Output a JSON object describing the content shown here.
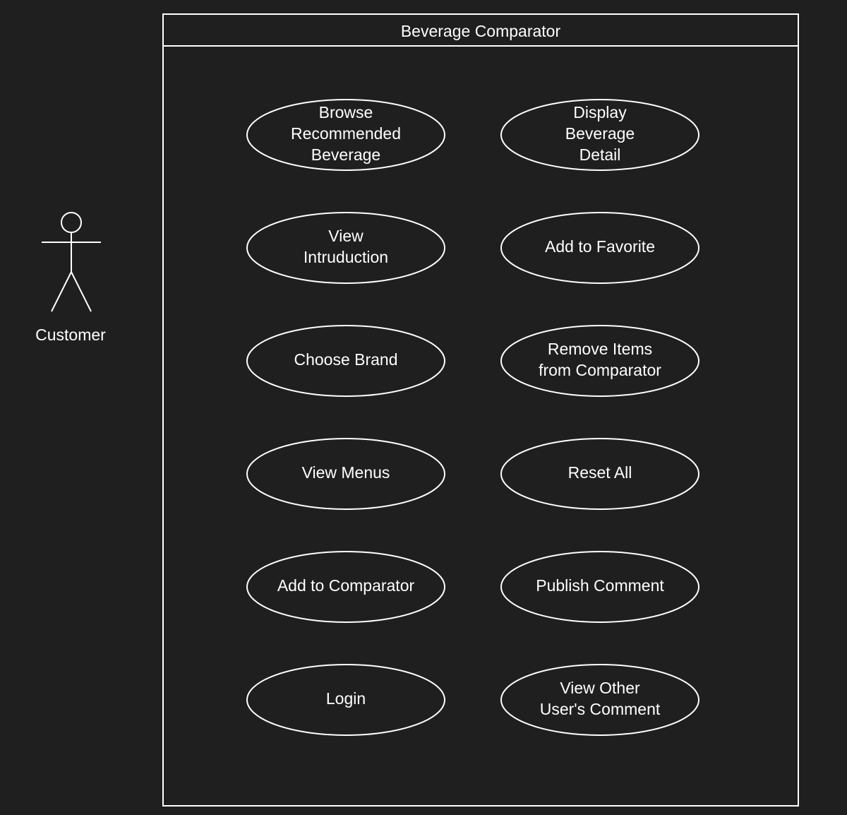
{
  "colors": {
    "background": "#1f1f1f",
    "foreground": "#ffffff"
  },
  "system": {
    "title": "Beverage Comparator"
  },
  "actor": {
    "name": "Customer",
    "icon": "stick-figure-icon"
  },
  "use_cases": [
    {
      "lines": [
        "Browse",
        "Recommended",
        "Beverage"
      ]
    },
    {
      "lines": [
        "Display",
        "Beverage",
        "Detail"
      ]
    },
    {
      "lines": [
        "View",
        "Intruduction"
      ]
    },
    {
      "lines": [
        "Add to Favorite"
      ]
    },
    {
      "lines": [
        "Choose Brand"
      ]
    },
    {
      "lines": [
        "Remove Items",
        "from Comparator"
      ]
    },
    {
      "lines": [
        "View Menus"
      ]
    },
    {
      "lines": [
        "Reset All"
      ]
    },
    {
      "lines": [
        "Add to Comparator"
      ]
    },
    {
      "lines": [
        "Publish Comment"
      ]
    },
    {
      "lines": [
        "Login"
      ]
    },
    {
      "lines": [
        "View Other",
        "User's Comment"
      ]
    }
  ]
}
